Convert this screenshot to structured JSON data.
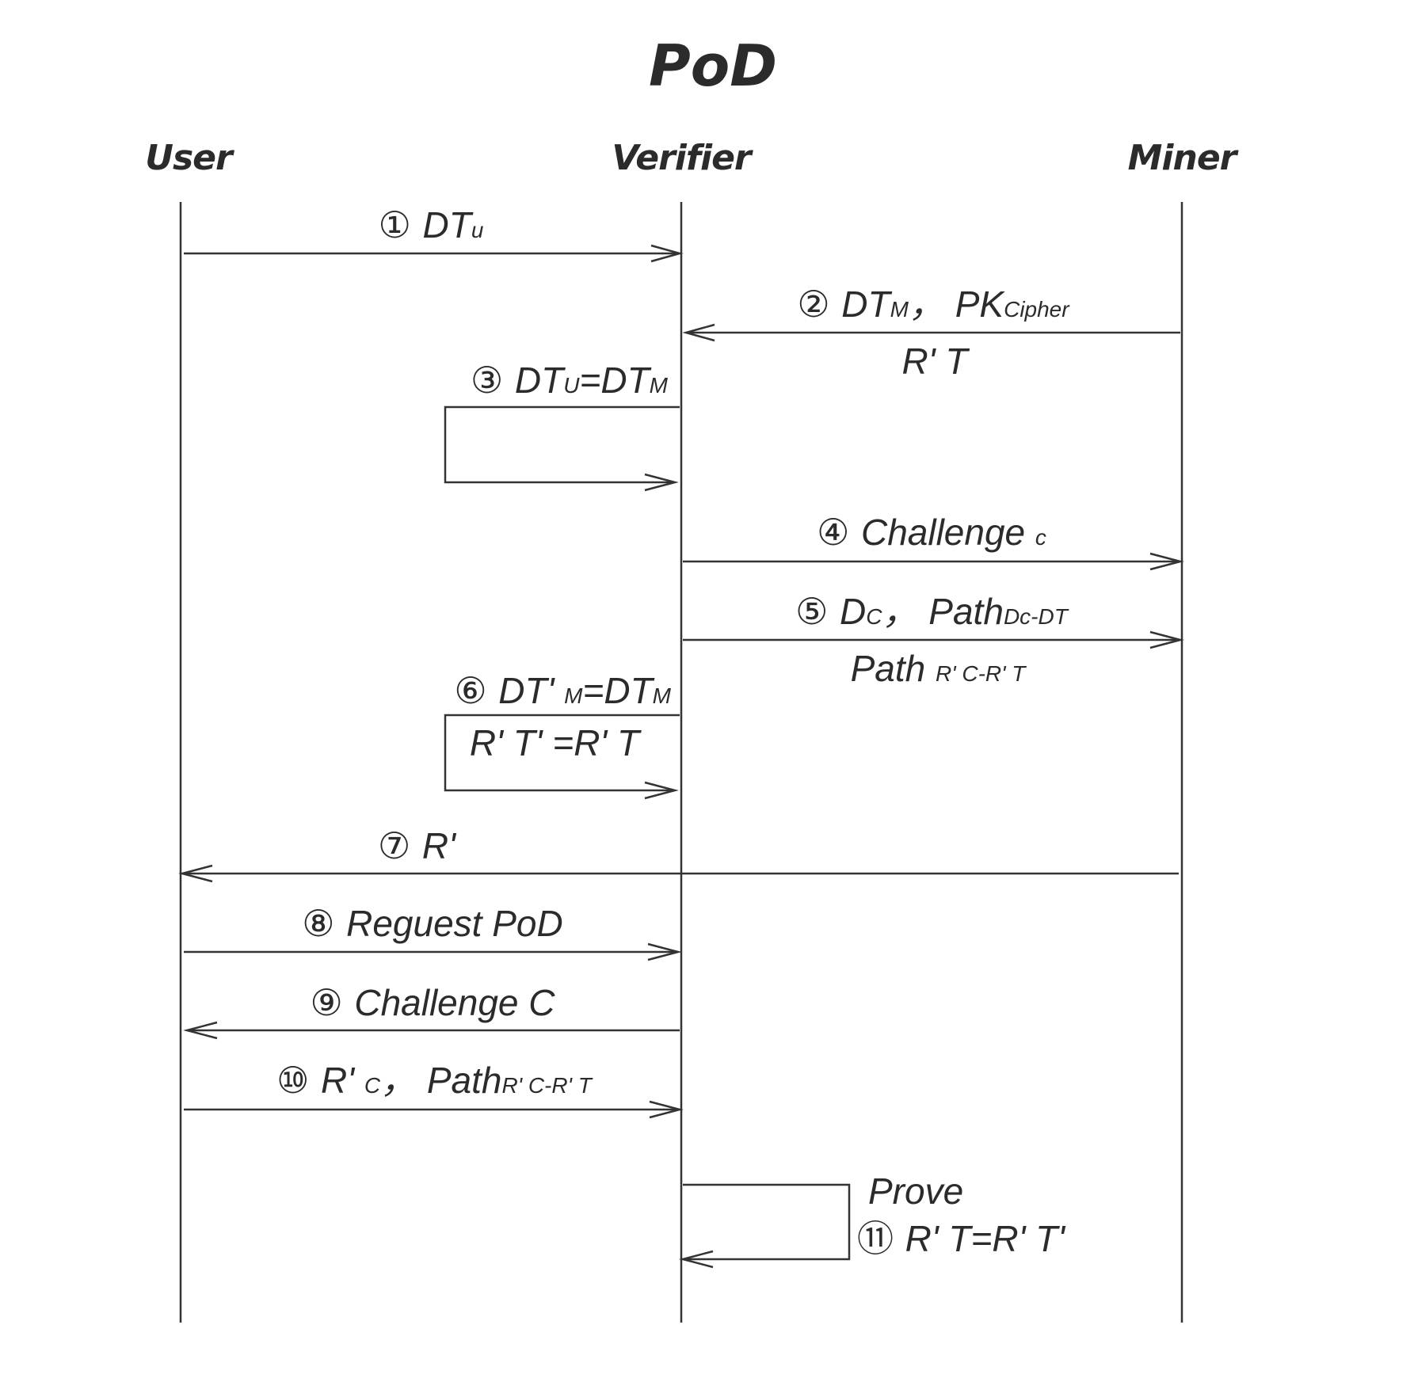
{
  "title": "PoD",
  "actors": [
    {
      "id": "user",
      "label": "User"
    },
    {
      "id": "verifier",
      "label": "Verifier"
    },
    {
      "id": "miner",
      "label": "Miner"
    }
  ],
  "messages": [
    {
      "num": "①",
      "lines": [
        [
          {
            "t": "DT"
          },
          {
            "t": "u",
            "sub": true
          }
        ]
      ]
    },
    {
      "num": "②",
      "lines": [
        [
          {
            "t": "DT"
          },
          {
            "t": "M",
            "sub": true
          },
          {
            "t": "，  PK"
          },
          {
            "t": "Cipher",
            "sub": true
          }
        ],
        [
          {
            "t": "R' T"
          }
        ]
      ]
    },
    {
      "num": "③",
      "lines": [
        [
          {
            "t": "DT"
          },
          {
            "t": "U",
            "sub": true
          },
          {
            "t": "=DT"
          },
          {
            "t": "M",
            "sub": true
          }
        ]
      ]
    },
    {
      "num": "④",
      "lines": [
        [
          {
            "t": "Challenge "
          },
          {
            "t": "c",
            "sub": true
          }
        ]
      ]
    },
    {
      "num": "⑤",
      "lines": [
        [
          {
            "t": "D"
          },
          {
            "t": "C",
            "sub": true
          },
          {
            "t": "，  Path"
          },
          {
            "t": "Dc-DT",
            "sub": true
          }
        ],
        [
          {
            "t": "Path "
          },
          {
            "t": "R' C-R' T",
            "sub": true
          }
        ]
      ]
    },
    {
      "num": "⑥",
      "lines": [
        [
          {
            "t": "DT' "
          },
          {
            "t": "M",
            "sub": true
          },
          {
            "t": "=DT"
          },
          {
            "t": "M",
            "sub": true
          }
        ],
        [
          {
            "t": "R' T' =R' T"
          }
        ]
      ]
    },
    {
      "num": "⑦",
      "lines": [
        [
          {
            "t": "R'"
          }
        ]
      ]
    },
    {
      "num": "⑧",
      "lines": [
        [
          {
            "t": "Reguest PoD"
          }
        ]
      ]
    },
    {
      "num": "⑨",
      "lines": [
        [
          {
            "t": "Challenge C"
          }
        ]
      ]
    },
    {
      "num": "⑩",
      "lines": [
        [
          {
            "t": "R' "
          },
          {
            "t": "C",
            "sub": true
          },
          {
            "t": "，  Path"
          },
          {
            "t": "R' C-R' T",
            "sub": true
          }
        ]
      ]
    },
    {
      "num": "⑪",
      "lines": [
        [
          {
            "t": "Prove"
          }
        ],
        [
          {
            "t": "R' T=R' T'"
          }
        ]
      ]
    }
  ]
}
